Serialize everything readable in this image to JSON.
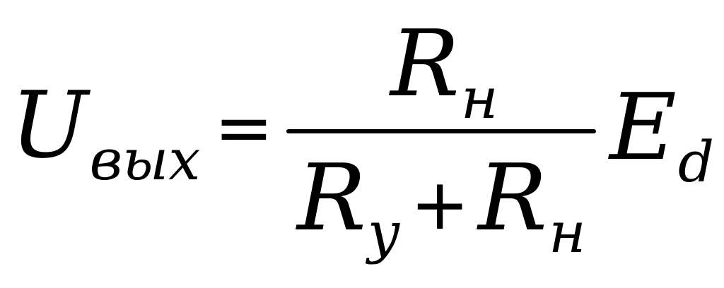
{
  "formula": {
    "lhs": {
      "symbol": "U",
      "subscript": "вых"
    },
    "equals": "=",
    "numerator": {
      "symbol": "R",
      "subscript": "н"
    },
    "denominator": {
      "term1": {
        "symbol": "R",
        "subscript": "у"
      },
      "plus": "+",
      "term2": {
        "symbol": "R",
        "subscript": "н"
      }
    },
    "factor": {
      "symbol": "E",
      "subscript": "d"
    }
  }
}
